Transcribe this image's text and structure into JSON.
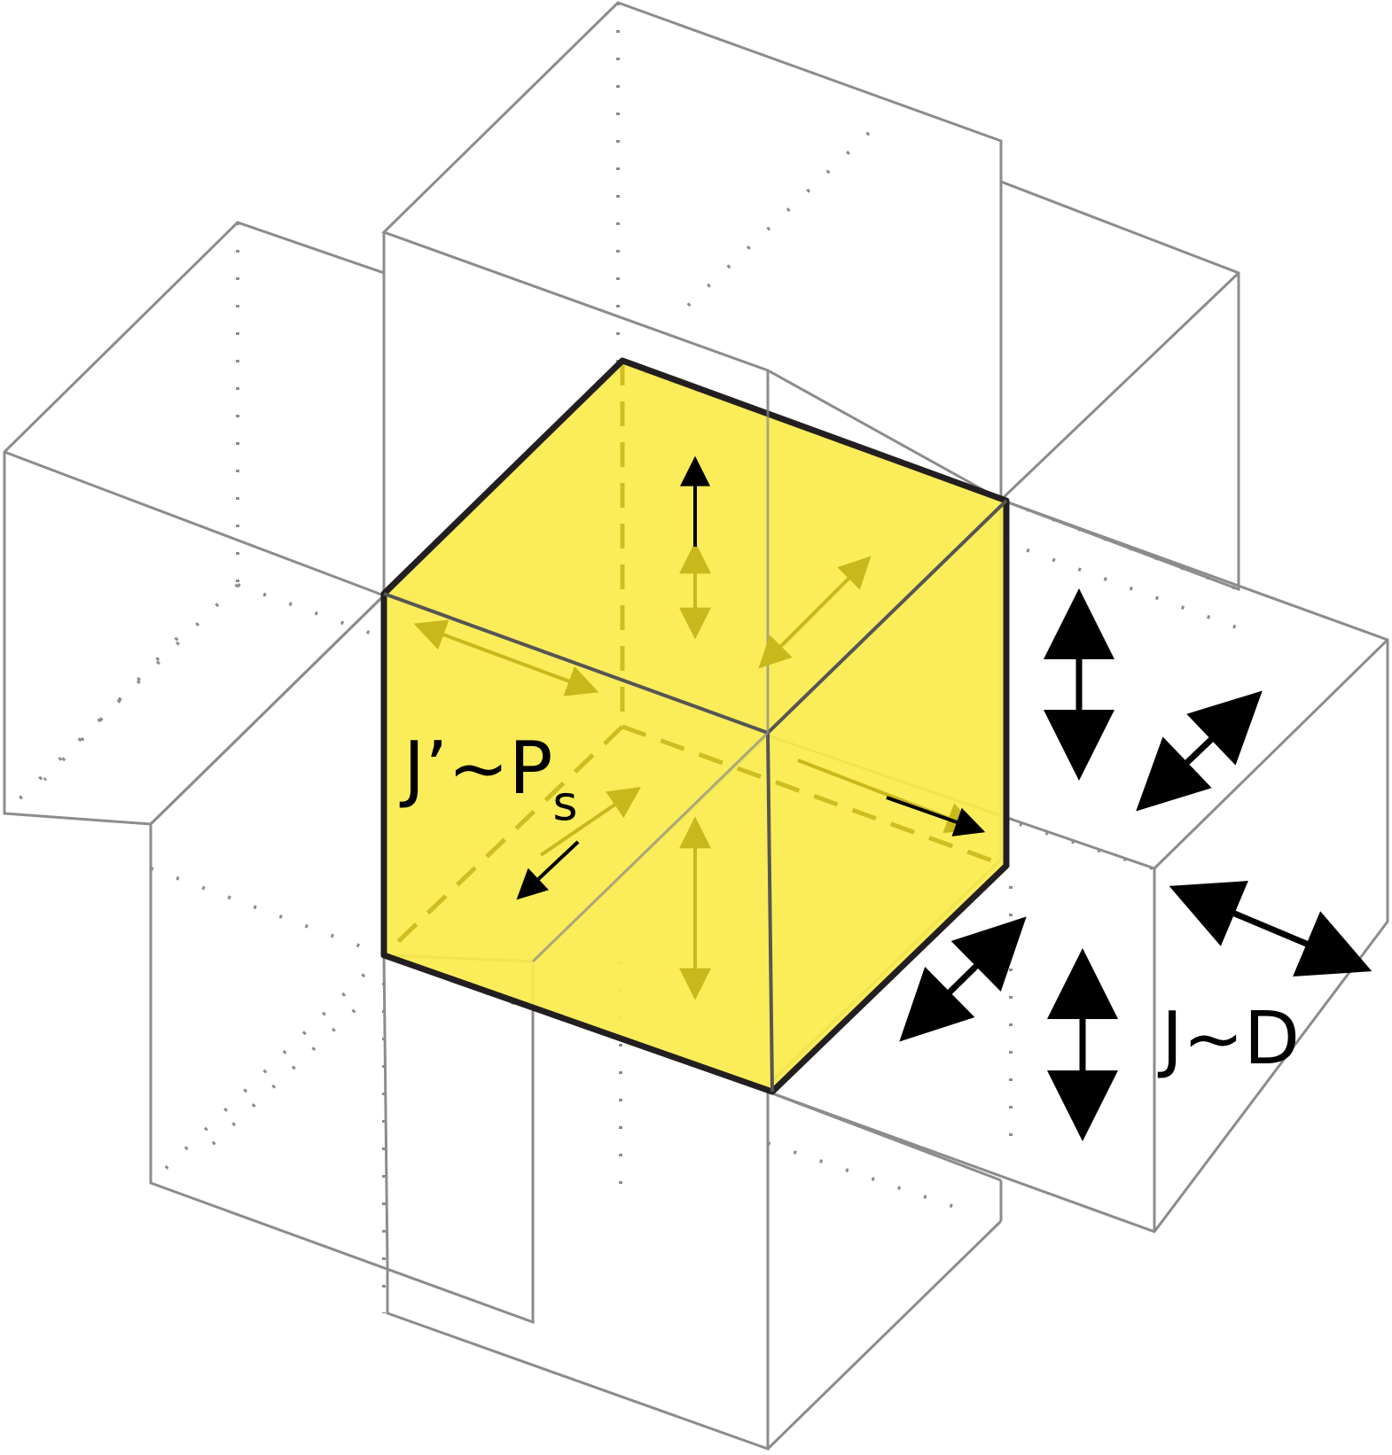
{
  "labels": {
    "coupling_prime": "J’~P",
    "coupling_prime_sub": "s",
    "coupling": "J~D"
  },
  "icons": {
    "central_cube": "central-cube",
    "neighbor_cube": "neighbor-cube",
    "double_arrow": "double-arrow-icon",
    "single_arrow": "arrow-icon"
  },
  "colors": {
    "central_fill": "#fbeb4b",
    "central_edge": "#231f20",
    "neighbor_edge": "#8c8c8c",
    "faint_arrow": "#c9b81c",
    "arrow": "#000000"
  }
}
